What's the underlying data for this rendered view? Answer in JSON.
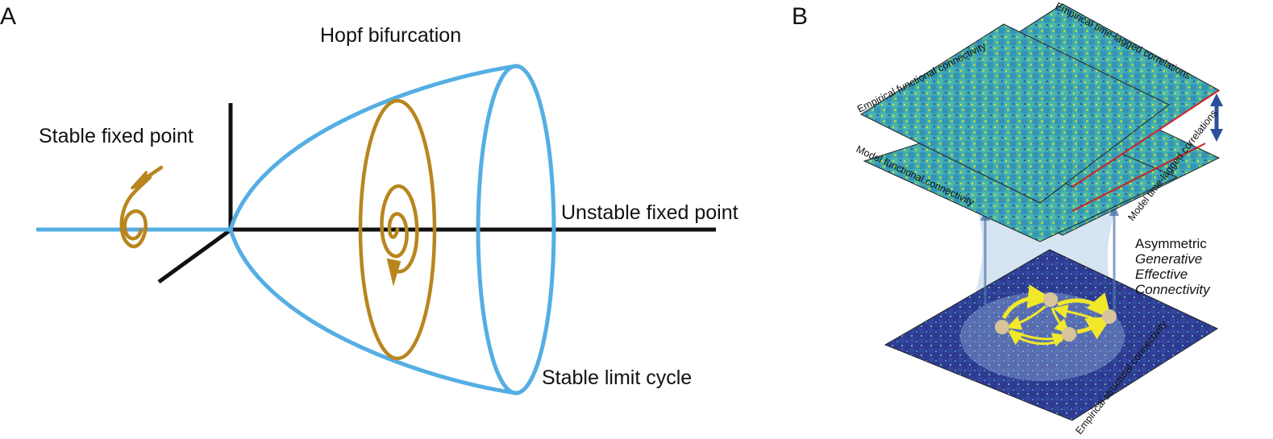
{
  "panel_a": {
    "letter": "A",
    "title": "Hopf bifurcation",
    "stable_fixed_point": "Stable fixed point",
    "unstable_fixed_point": "Unstable fixed point",
    "stable_limit_cycle": "Stable limit cycle"
  },
  "panel_b": {
    "letter": "B",
    "empirical_fc": "Empirical functional connectivity",
    "empirical_tlc": "Empirical time-lagged correlations",
    "model_fc": "Model functional connectivity",
    "model_tlc": "Model time-lagged correlations",
    "gec_line1": "Asymmetric",
    "gec_line2": "Generative",
    "gec_line3": "Effective",
    "gec_line4": "Connectivity",
    "empirical_sc": "Empirical structural connectivity"
  },
  "colors": {
    "blue": "#55aee3",
    "gold": "#b8861e",
    "axis": "#111111",
    "matrix_bg": "#3aa6b0",
    "sc_bg": "#2b3a8f",
    "arrow_yellow": "#f2e82a",
    "node": "#d8c49a",
    "red_edge": "#d32020",
    "double_arrow": "#2c4f9a"
  }
}
